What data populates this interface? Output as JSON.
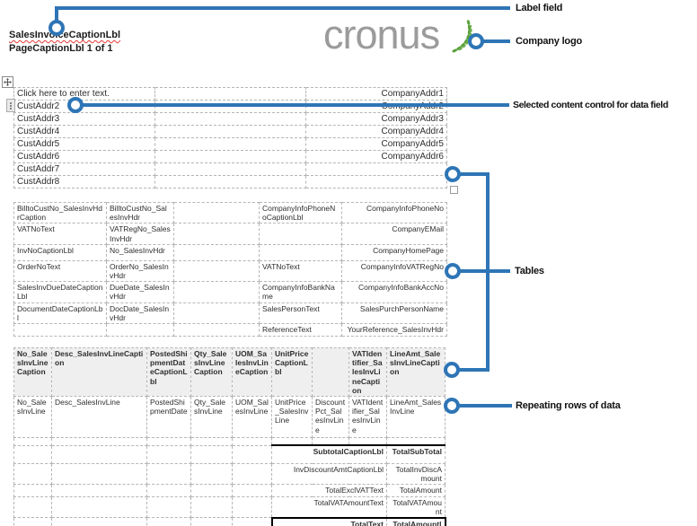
{
  "header": {
    "sales_invoice_caption_lbl": "SalesInvoiceCaptionLbl",
    "page_caption_lbl": "PageCaptionLbl 1 of 1",
    "logo_text": "cronus"
  },
  "callouts": {
    "label_field": "Label field",
    "company_logo": "Company logo",
    "selected_content_control": "Selected content control for data field",
    "tables": "Tables",
    "repeating_rows": "Repeating rows of data"
  },
  "address_table": {
    "rows": [
      {
        "left": "Click here to enter text.",
        "right": "CompanyAddr1"
      },
      {
        "left": "CustAddr2",
        "right": "CompanyAddr2"
      },
      {
        "left": "CustAddr3",
        "right": "CompanyAddr3"
      },
      {
        "left": "CustAddr4",
        "right": "CompanyAddr4"
      },
      {
        "left": "CustAddr5",
        "right": "CompanyAddr5"
      },
      {
        "left": "CustAddr6",
        "right": "CompanyAddr6"
      },
      {
        "left": "CustAddr7",
        "right": ""
      },
      {
        "left": "CustAddr8",
        "right": ""
      }
    ]
  },
  "info_table": {
    "rows": [
      [
        "BilltoCustNo_SalesInvHdrCaption",
        "BilltoCustNo_SalesInvHdr",
        "",
        "CompanyInfoPhoneNoCaptionLbl",
        "CompanyInfoPhoneNo"
      ],
      [
        "VATNoText",
        "VATRegNo_SalesInvHdr",
        "",
        "",
        "CompanyEMail"
      ],
      [
        "InvNoCaptionLbl",
        "No_SalesInvHdr",
        "",
        "",
        "CompanyHomePage"
      ],
      [
        "OrderNoText",
        "OrderNo_SalesInvHdr",
        "",
        "VATNoText",
        "CompanyInfoVATRegNo"
      ],
      [
        "SalesInvDueDateCaptionLbl",
        "DueDate_SalesInvHdr",
        "",
        "CompanyInfoBankName",
        "CompanyInfoBankAccNo"
      ],
      [
        "DocumentDateCaptionLbl",
        "DocDate_SalesInvHdr",
        "",
        "SalesPersonText",
        "SalesPurchPersonName"
      ],
      [
        "",
        "",
        "",
        "ReferenceText",
        "YourReference_SalesInvHdr"
      ]
    ]
  },
  "lines_table": {
    "headers": [
      "No_SalesInvLineCaption",
      "Desc_SalesInvLineCaption",
      "PostedShipmentDateCaptionLbl",
      "Qty_SalesInvLineCaption",
      "UOM_SalesInvLineCaption",
      "UnitPriceCaptionLbl",
      "",
      "VATIdentifier_SalesInvLineCaption",
      "LineAmt_SalesInvLineCaption"
    ],
    "data_row": [
      "No_SalesInvLine",
      "Desc_SalesInvLine",
      "PostedShipmentDate",
      "Qty_SalesInvLine",
      "UOM_SalesInvLine",
      "UnitPrice_SalesInvLine",
      "DiscountPct_SalesInvLine",
      "VATIdentifier_SalesInvLine",
      "LineAmt_SalesInvLine"
    ],
    "totals": [
      {
        "caption": "SubtotalCaptionLbl",
        "value": "TotalSubTotal"
      },
      {
        "caption": "InvDiscountAmtCaptionLbl",
        "value": "TotalInvDiscAmount"
      },
      {
        "caption": "TotalExclVATText",
        "value": "TotalAmount"
      },
      {
        "caption": "TotalVATAmountText",
        "value": "TotalVATAmount"
      },
      {
        "caption": "TotalText",
        "value": "TotalAmountInclVAT"
      }
    ]
  },
  "icons": {
    "table_move_icon": "four-direction-move-cross",
    "content_control_drag_icon": "vertical-dots",
    "table_resize_icon": "small-square",
    "logo_leaf_icon": "green-dotted-leaf-swirl"
  },
  "colors": {
    "callout_blue": "#2E75B6",
    "logo_gray": "#9B9B9B",
    "logo_green": "#5BA23C",
    "grid_border": "#B5B5B5",
    "total_border": "#000000",
    "header_row_bg": "#EFEFEF",
    "spellcheck_underline": "#E53935"
  }
}
